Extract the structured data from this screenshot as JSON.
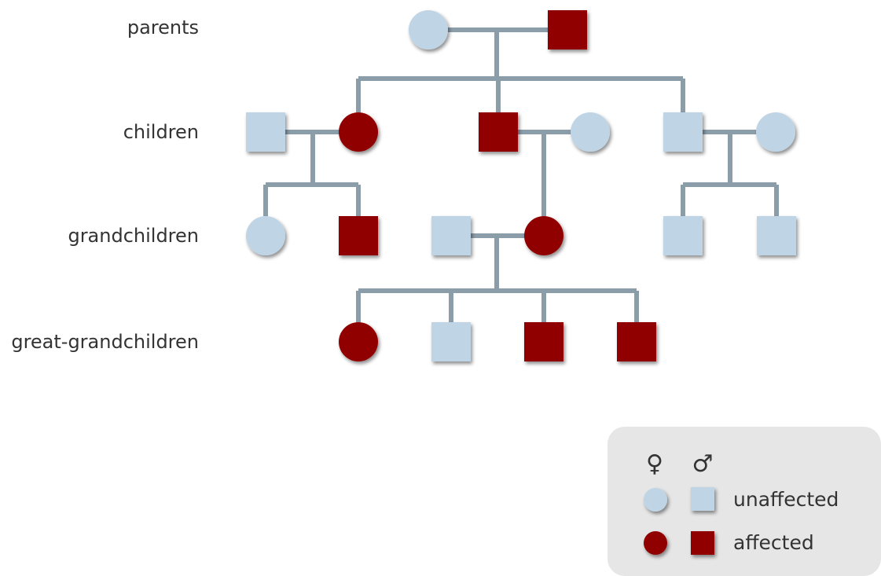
{
  "generations": [
    {
      "id": "parents",
      "label": "parents"
    },
    {
      "id": "children",
      "label": "children"
    },
    {
      "id": "grandchildren",
      "label": "grandchildren"
    },
    {
      "id": "great-grandchildren",
      "label": "great-grandchildren"
    }
  ],
  "colors": {
    "unaffected": "#bfd4e5",
    "affected": "#910505",
    "line": "#8c9daa",
    "legend_bg": "#e6e6e6",
    "text": "#333333"
  },
  "individuals": [
    {
      "id": "p1",
      "gen": 0,
      "sex": "female",
      "status": "unaffected"
    },
    {
      "id": "p2",
      "gen": 0,
      "sex": "male",
      "status": "affected"
    },
    {
      "id": "c1s",
      "gen": 1,
      "sex": "male",
      "status": "unaffected"
    },
    {
      "id": "c1",
      "gen": 1,
      "sex": "female",
      "status": "affected"
    },
    {
      "id": "c2",
      "gen": 1,
      "sex": "male",
      "status": "affected"
    },
    {
      "id": "c2s",
      "gen": 1,
      "sex": "female",
      "status": "unaffected"
    },
    {
      "id": "c3",
      "gen": 1,
      "sex": "male",
      "status": "unaffected"
    },
    {
      "id": "c3s",
      "gen": 1,
      "sex": "female",
      "status": "unaffected"
    },
    {
      "id": "g1",
      "gen": 2,
      "sex": "female",
      "status": "unaffected"
    },
    {
      "id": "g2",
      "gen": 2,
      "sex": "male",
      "status": "affected"
    },
    {
      "id": "g3s",
      "gen": 2,
      "sex": "male",
      "status": "unaffected"
    },
    {
      "id": "g3",
      "gen": 2,
      "sex": "female",
      "status": "affected"
    },
    {
      "id": "g4",
      "gen": 2,
      "sex": "male",
      "status": "unaffected"
    },
    {
      "id": "g5",
      "gen": 2,
      "sex": "male",
      "status": "unaffected"
    },
    {
      "id": "gg1",
      "gen": 3,
      "sex": "female",
      "status": "affected"
    },
    {
      "id": "gg2",
      "gen": 3,
      "sex": "male",
      "status": "unaffected"
    },
    {
      "id": "gg3",
      "gen": 3,
      "sex": "male",
      "status": "affected"
    },
    {
      "id": "gg4",
      "gen": 3,
      "sex": "male",
      "status": "affected"
    }
  ],
  "couples": [
    {
      "a": "p1",
      "b": "p2",
      "children": [
        "c1",
        "c2",
        "c3"
      ]
    },
    {
      "a": "c1s",
      "b": "c1",
      "children": [
        "g1",
        "g2"
      ]
    },
    {
      "a": "c2",
      "b": "c2s",
      "children": [
        "g3"
      ]
    },
    {
      "a": "c3",
      "b": "c3s",
      "children": [
        "g4",
        "g5"
      ]
    },
    {
      "a": "g3s",
      "b": "g3",
      "children": [
        "gg1",
        "gg2",
        "gg3",
        "gg4"
      ]
    }
  ],
  "legend": {
    "female_symbol": "♀",
    "male_symbol": "♂",
    "unaffected_label": "unaffected",
    "affected_label": "affected"
  }
}
